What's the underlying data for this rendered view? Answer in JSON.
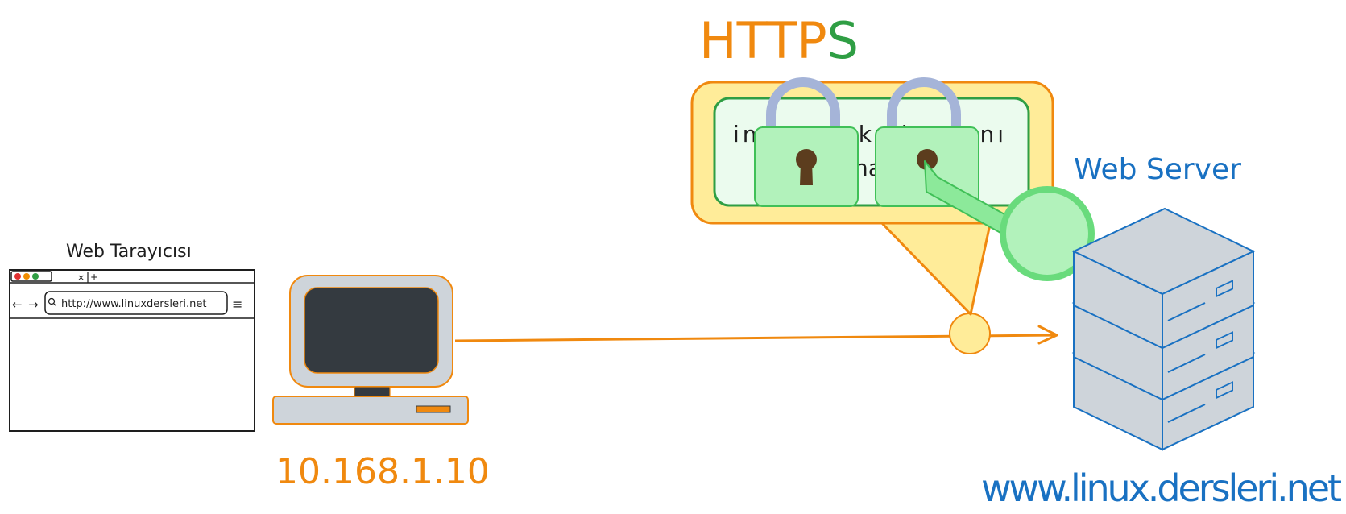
{
  "browser": {
    "label": "Web Tarayıcısı",
    "url": "http://www.linuxdersleri.net",
    "tab_close": "×",
    "tab_add": "+",
    "back": "←",
    "forward": "→",
    "menu": "≡"
  },
  "client": {
    "ip": "10.168.1.10"
  },
  "https": {
    "title_prefix": "HTTP",
    "title_suffix": "S",
    "message_line1": "internet kullanıcını",
    "message_line2": "na",
    "colors": {
      "orange": "#f0890f",
      "green": "#2f9e44"
    }
  },
  "server": {
    "label": "Web Server",
    "domain": "www.linux.dersleri.net",
    "color": "#1971c2"
  }
}
